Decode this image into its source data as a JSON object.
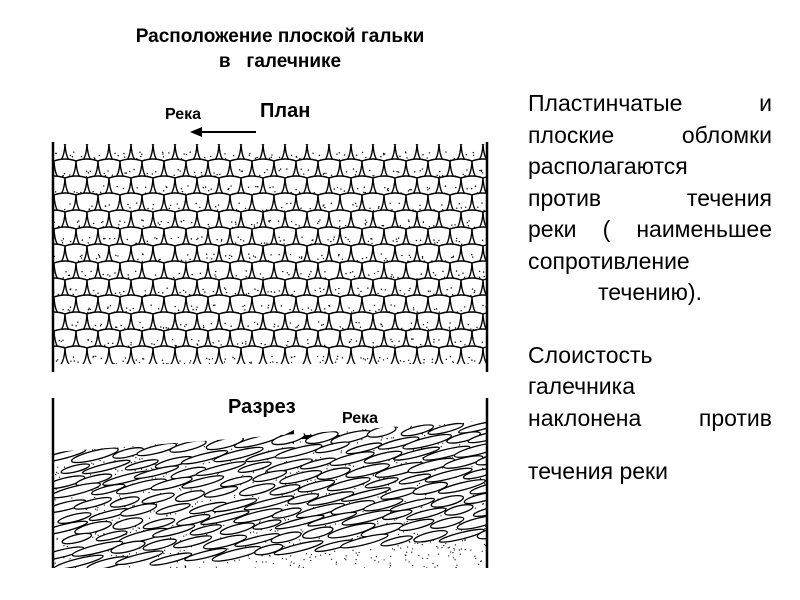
{
  "figure": {
    "title_line1": "Расположение плоской гальки",
    "title_line2": "в   галечнике",
    "plan_label": "План",
    "plan_river_label": "Река",
    "section_label": "Разрез",
    "section_river_label": "Река"
  },
  "text": {
    "para1": {
      "line1": "Пластинчатые и",
      "line2": "плоские обломки",
      "line3": "располагаются",
      "line4": "против течения",
      "line5": "реки ( наименьшее",
      "line6": "сопротивление",
      "line7": "течению)."
    },
    "para2": {
      "line1": "Слоистость",
      "line2": "галечника",
      "line3": "наклонена против",
      "line4": "течения реки"
    }
  },
  "colors": {
    "ink": "#000000",
    "paper": "#ffffff"
  }
}
